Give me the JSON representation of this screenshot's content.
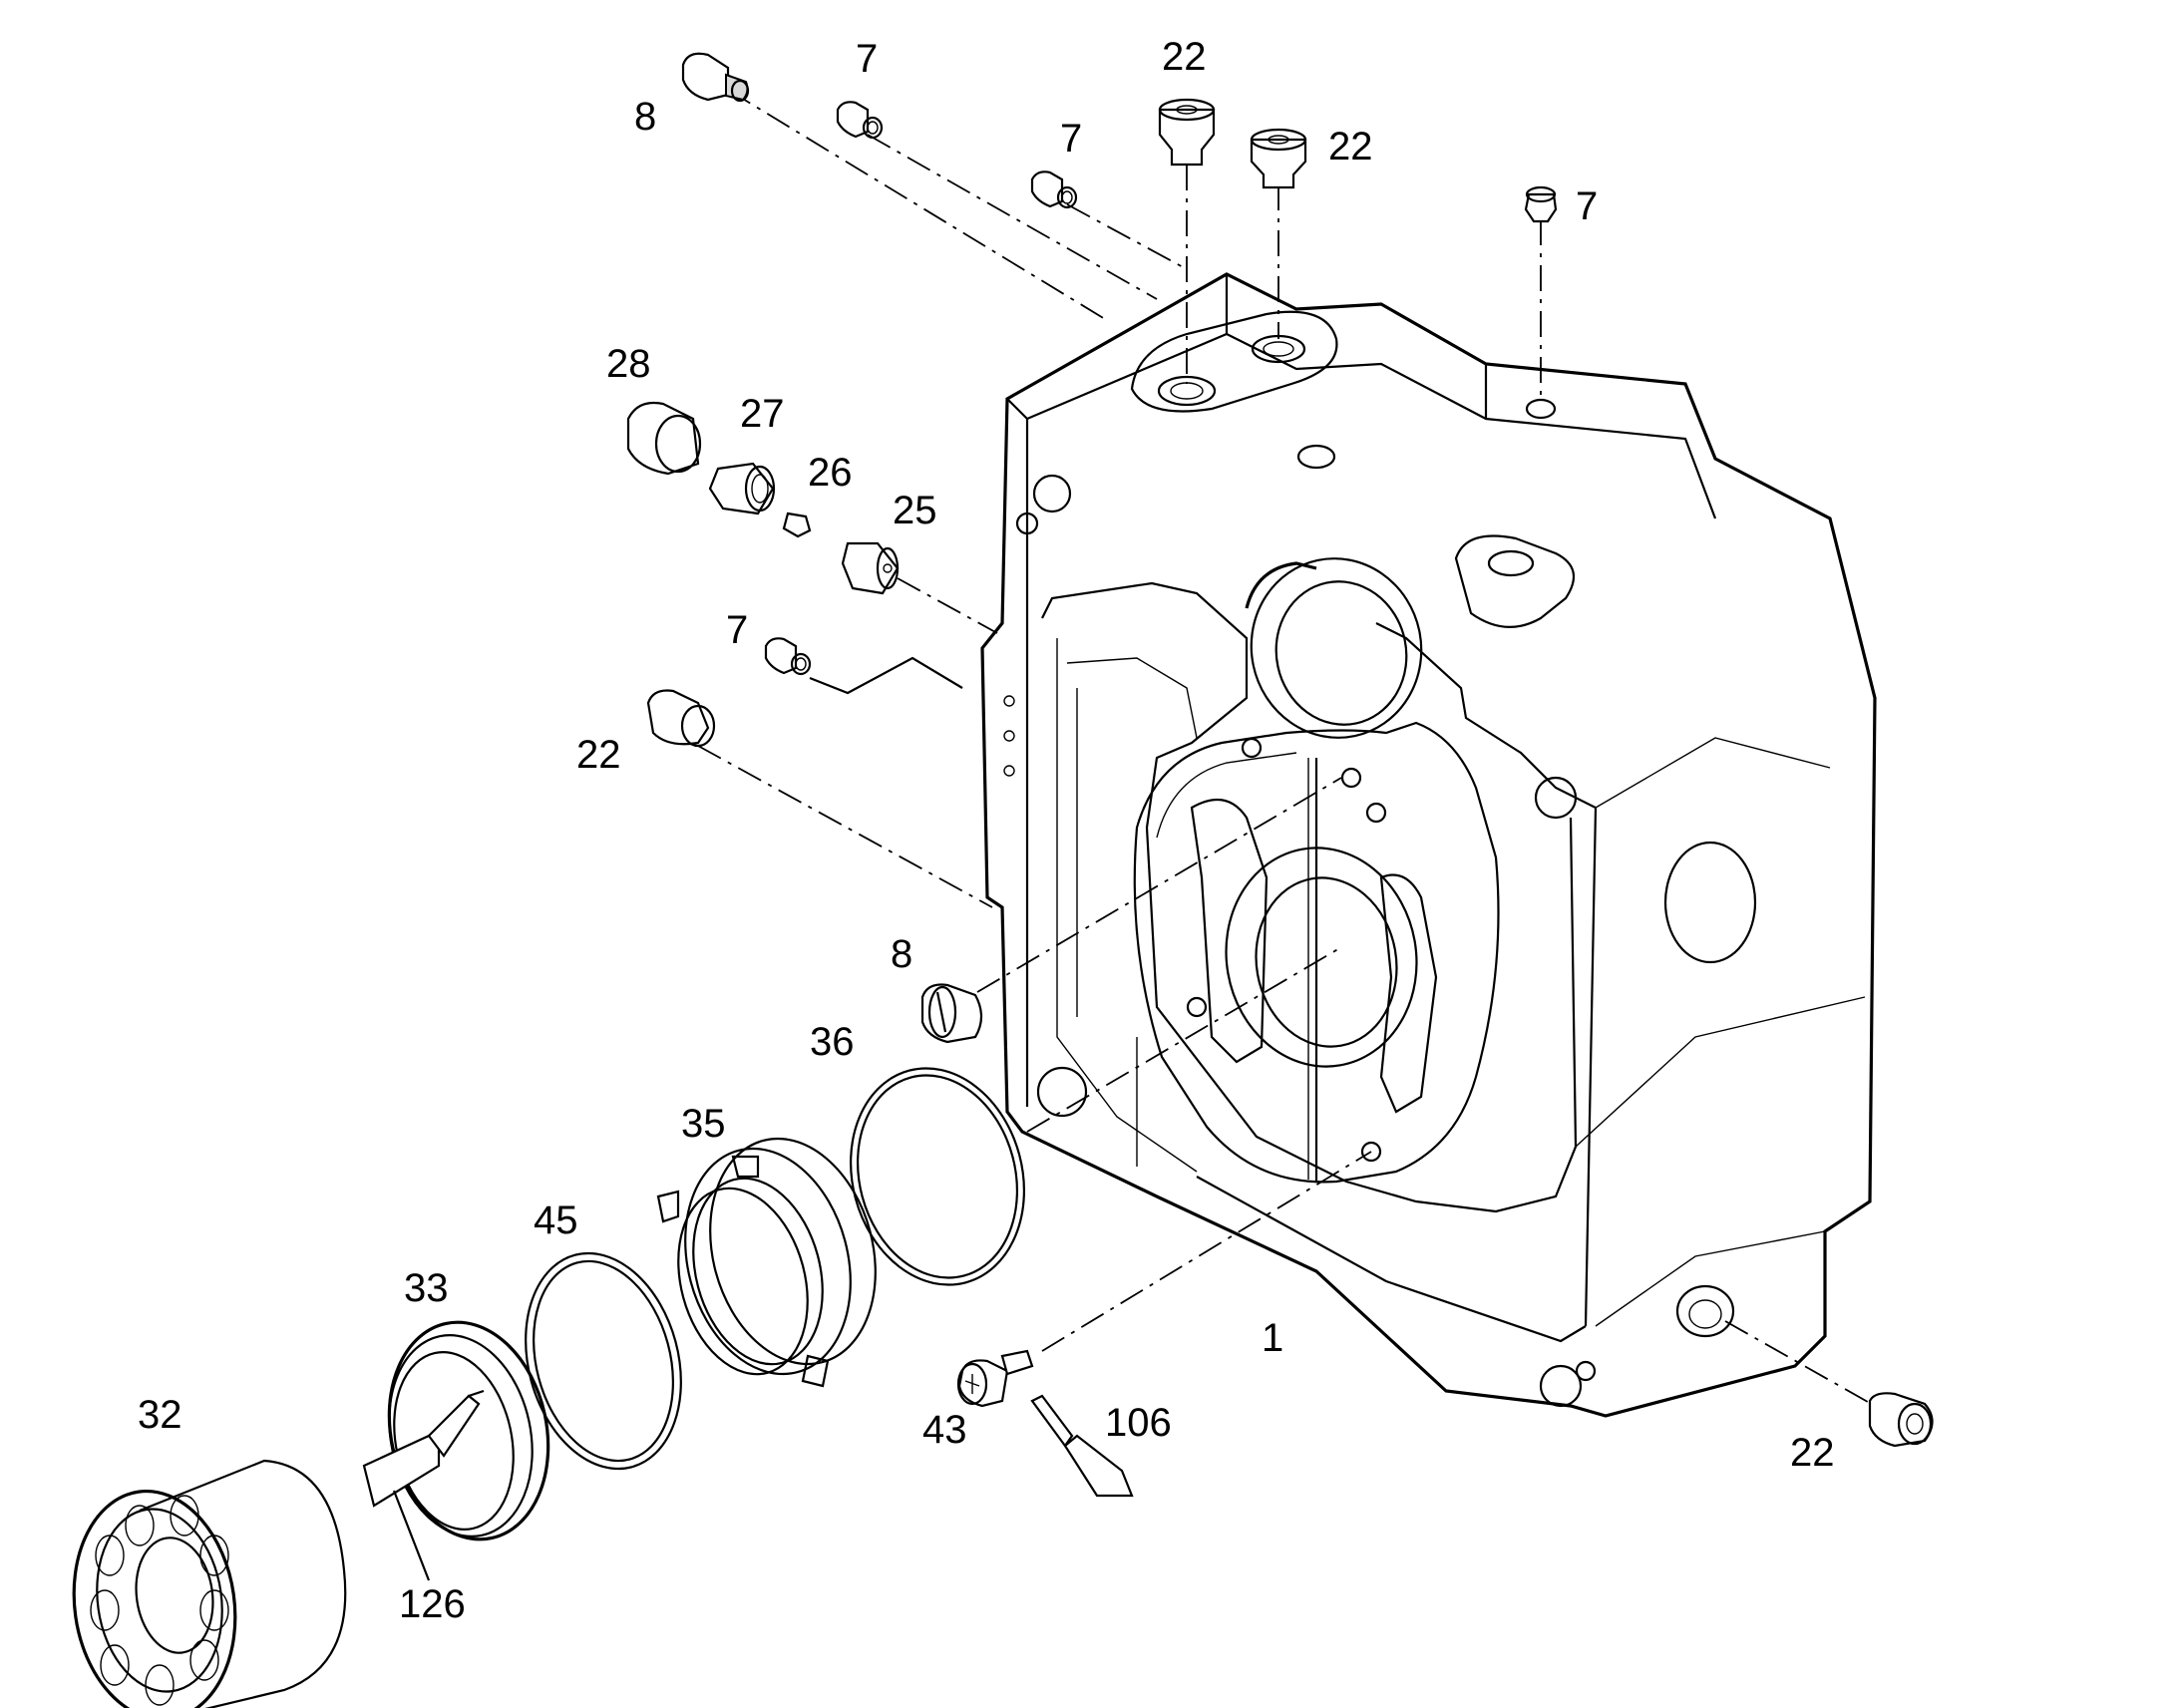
{
  "labels": {
    "p1": "1",
    "p7a": "7",
    "p7b": "7",
    "p7c": "7",
    "p7d": "7",
    "p8a": "8",
    "p8b": "8",
    "p22a": "22",
    "p22b": "22",
    "p22c": "22",
    "p22d": "22",
    "p25": "25",
    "p26": "26",
    "p27": "27",
    "p28": "28",
    "p32": "32",
    "p33": "33",
    "p35": "35",
    "p36": "36",
    "p43": "43",
    "p45": "45",
    "p106": "106",
    "p126": "126"
  }
}
